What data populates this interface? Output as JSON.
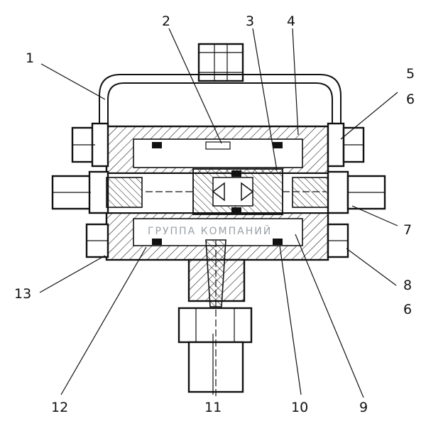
{
  "callouts": [
    {
      "id": "c1",
      "text": "1"
    },
    {
      "id": "c2",
      "text": "2"
    },
    {
      "id": "c3",
      "text": "3"
    },
    {
      "id": "c4",
      "text": "4"
    },
    {
      "id": "c5",
      "text": "5"
    },
    {
      "id": "c6a",
      "text": "6"
    },
    {
      "id": "c7",
      "text": "7"
    },
    {
      "id": "c8",
      "text": "8"
    },
    {
      "id": "c6b",
      "text": "6"
    },
    {
      "id": "c9",
      "text": "9"
    },
    {
      "id": "c10",
      "text": "10"
    },
    {
      "id": "c11",
      "text": "11"
    },
    {
      "id": "c12",
      "text": "12"
    },
    {
      "id": "c13",
      "text": "13"
    }
  ],
  "watermark": {
    "text": "ГРУППА КОМПАНИЙ"
  }
}
